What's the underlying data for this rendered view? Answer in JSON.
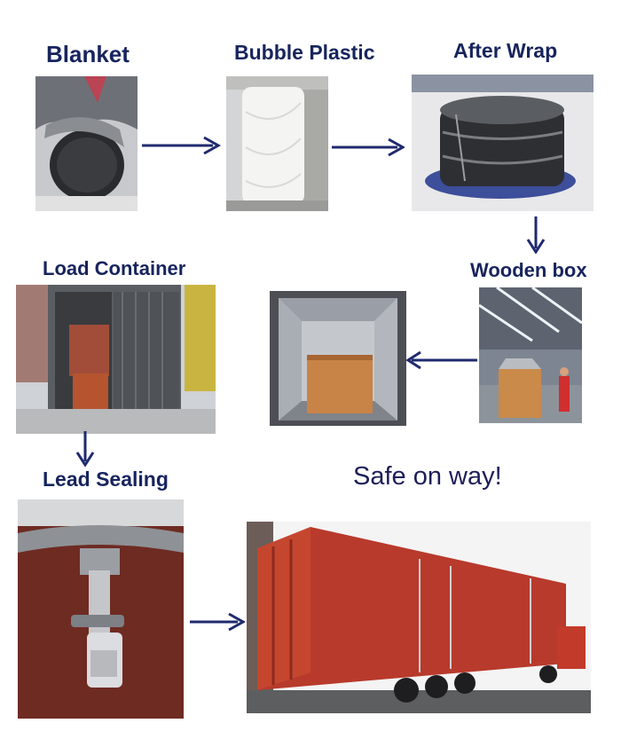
{
  "steps": {
    "blanket": "Blanket",
    "bubble_plastic": "Bubble Plastic",
    "after_wrap": "After Wrap",
    "wooden_box": "Wooden box",
    "load_container": "Load Container",
    "lead_sealing": "Lead Sealing",
    "safe_on_way": "Safe on way!"
  },
  "colors": {
    "label": "#17245e",
    "arrow": "#1f2a6e",
    "truck_red": "#b83a2c"
  }
}
